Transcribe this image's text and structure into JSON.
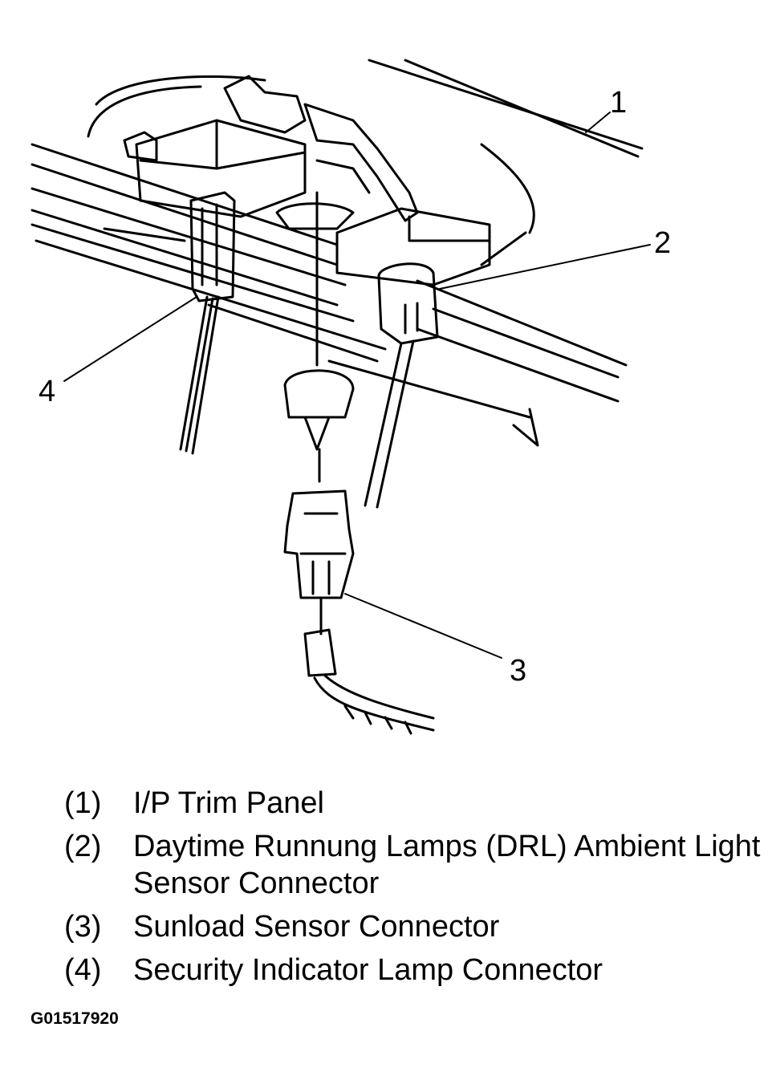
{
  "callouts": [
    "1",
    "2",
    "3",
    "4"
  ],
  "legend": [
    {
      "num": "(1)",
      "text": "I/P Trim Panel"
    },
    {
      "num": "(2)",
      "text": "Daytime Runnung Lamps (DRL) Ambient Light Sensor Connector"
    },
    {
      "num": "(3)",
      "text": "Sunload Sensor Connector"
    },
    {
      "num": "(4)",
      "text": "Security Indicator Lamp Connector"
    }
  ],
  "figure_id": "G01517920"
}
